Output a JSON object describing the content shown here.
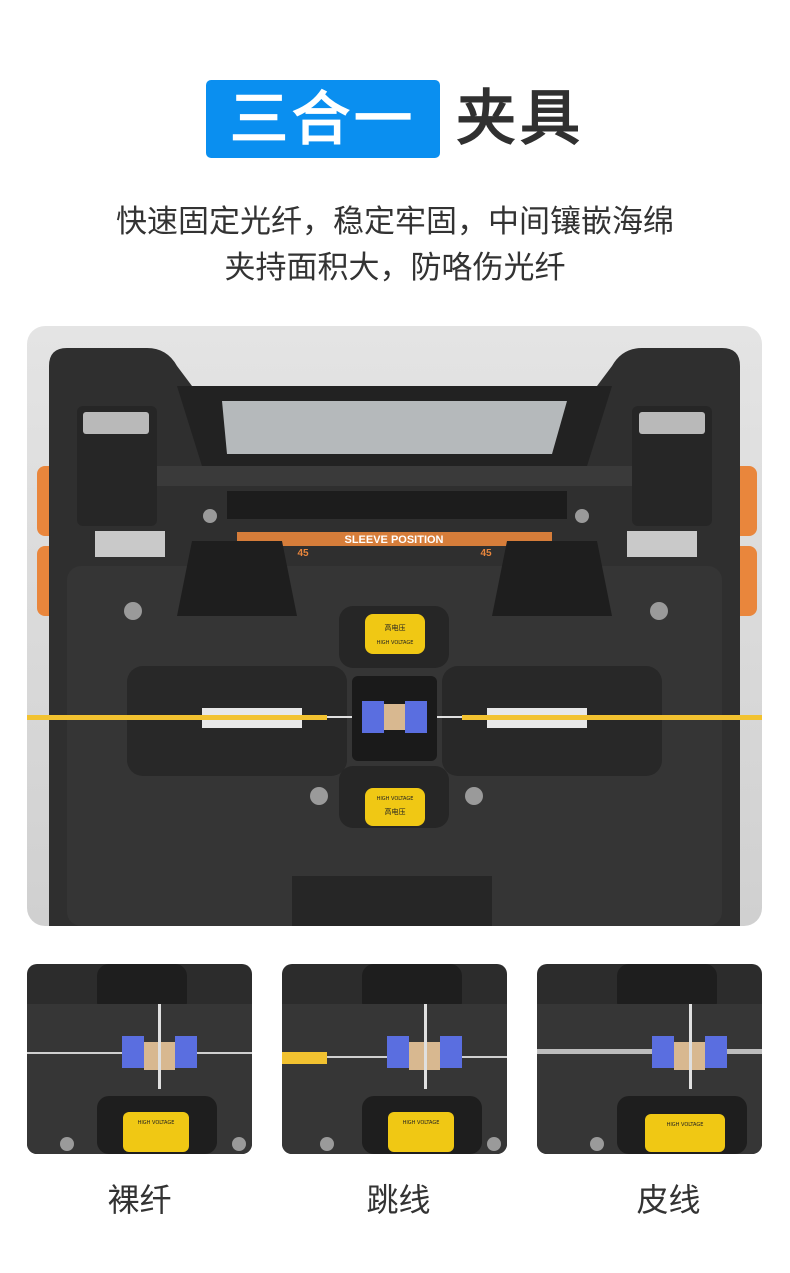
{
  "header": {
    "badge_text": "三合一",
    "title_text": "夹具"
  },
  "subtitle": {
    "line1": "快速固定光纤，稳定牢固，中间镶嵌海绵",
    "line2": "夹持面积大，防咯伤光纤"
  },
  "hero": {
    "sleeve_label": "SLEEVE POSITION",
    "mark_left": "45",
    "mark_right": "45",
    "hv_cn": "高电压",
    "hv_en": "HIGH VOLTAGE"
  },
  "thumbnails": [
    {
      "caption": "裸纤",
      "hv_label": "HIGH VOLTAGE"
    },
    {
      "caption": "跳线",
      "hv_label": "HIGH VOLTAGE"
    },
    {
      "caption": "皮线",
      "hv_label": "HIGH VOLTAGE"
    }
  ],
  "colors": {
    "badge_blue": "#0a8ff0",
    "body_black": "#2b2b2b",
    "accent_orange": "#e9863c",
    "fiber_yellow": "#f2c230",
    "electrode_blue": "#5a6ee0",
    "label_yellow": "#f0c814"
  }
}
